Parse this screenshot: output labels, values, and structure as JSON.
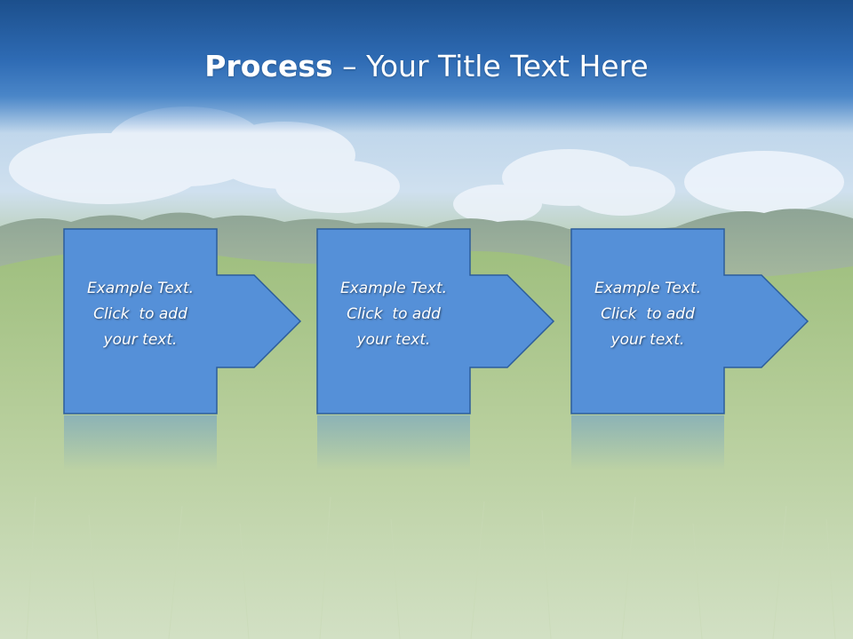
{
  "title": {
    "bold": "Process",
    "rest": " – Your Title Text Here"
  },
  "steps": [
    {
      "lines": [
        "Example Text.",
        "Click  to add",
        "your text."
      ]
    },
    {
      "lines": [
        "Example Text.",
        "Click  to add",
        "your text."
      ]
    },
    {
      "lines": [
        "Example Text.",
        "Click  to add",
        "your text."
      ]
    }
  ],
  "colors": {
    "title_bar": "#2e6bb4",
    "box_fill": "#5590d8",
    "box_border": "#2c5d9c",
    "text": "#ffffff"
  },
  "icons": [
    "right-arrow-icon"
  ]
}
